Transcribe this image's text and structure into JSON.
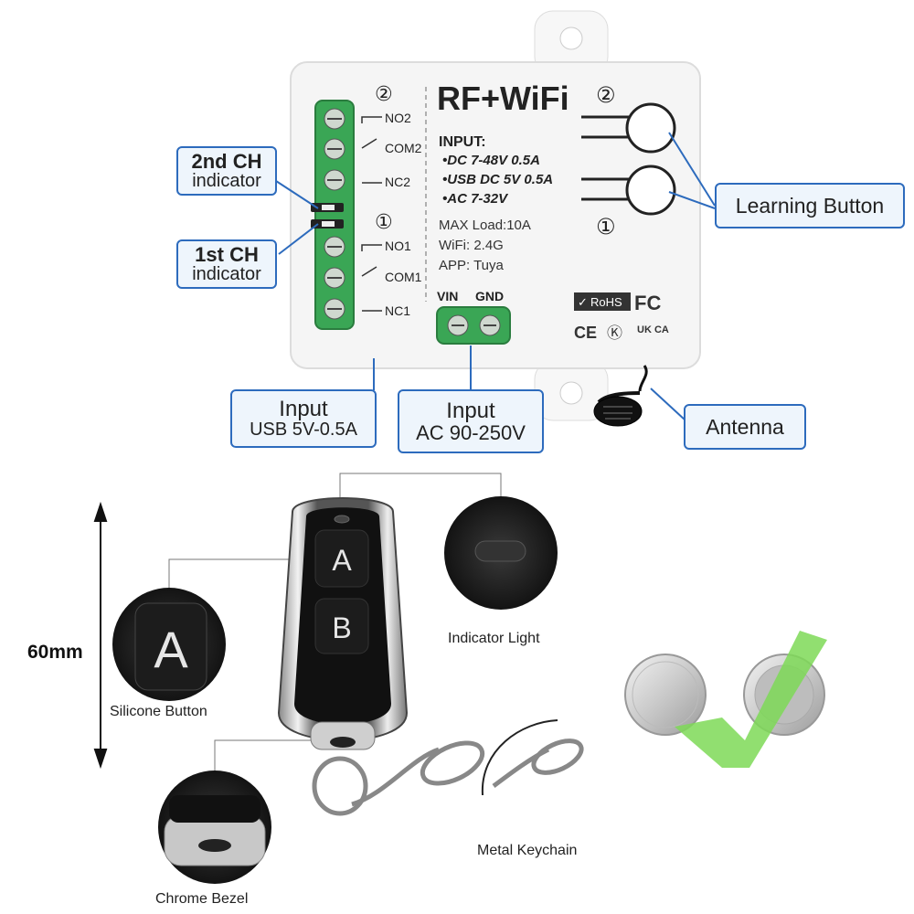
{
  "relay": {
    "title": "RF+WiFi",
    "channel_2_mark": "②",
    "channel_1_mark": "①",
    "terminals": [
      "NO2",
      "COM2",
      "NC2",
      "NO1",
      "COM1",
      "NC1"
    ],
    "input_heading": "INPUT:",
    "input_lines": [
      "•DC 7-48V 0.5A",
      "•USB DC 5V 0.5A",
      "•AC 7-32V"
    ],
    "specs": [
      "MAX Load:10A",
      "WiFi: 2.4G",
      "APP: Tuya"
    ],
    "power_terminals": [
      "VIN",
      "GND"
    ],
    "certifications": [
      "RoHS",
      "FC",
      "CE",
      "UK CA"
    ]
  },
  "callouts": {
    "ch2_title": "2nd CH",
    "ch2_sub": "indicator",
    "ch1_title": "1st CH",
    "ch1_sub": "indicator",
    "learning": "Learning Button",
    "input_usb_title": "Input",
    "input_usb_sub": "USB 5V-0.5A",
    "input_ac_title": "Input",
    "input_ac_sub": "AC 90-250V",
    "antenna": "Antenna"
  },
  "remote": {
    "height_label": "60mm",
    "button_a": "A",
    "button_b": "B",
    "labels": {
      "silicone": "Silicone Button",
      "indicator": "Indicator Light",
      "bezel": "Chrome Bezel",
      "keychain": "Metal Keychain"
    }
  },
  "colors": {
    "accent": "#2d6bbd",
    "terminal_green": "#3aa655",
    "check_green": "#7ed957"
  }
}
